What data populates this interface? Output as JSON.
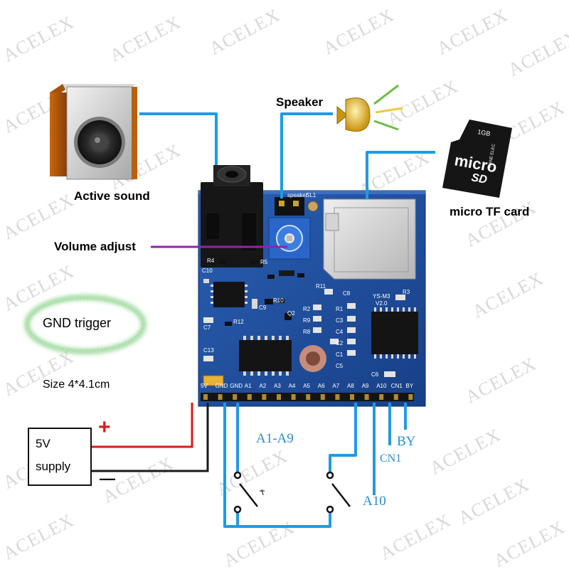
{
  "watermark": "ACELEX",
  "labels": {
    "speaker": "Speaker",
    "active_sound": "Active sound",
    "micro_tf_card": "micro TF card",
    "volume_adjust": "Volume adjust",
    "gnd_trigger": "GND trigger",
    "size": "Size 4*4.1cm",
    "a1_a9": "A1-A9",
    "cn1": "CN1",
    "by": "BY",
    "a10": "A10",
    "plus": "+",
    "minus": "—"
  },
  "supply": {
    "line1": "5V",
    "line2": "supply"
  },
  "sd_card": {
    "top_text": "1GB",
    "brand": "micro",
    "logo": "SD",
    "maker": "DANE ELEC"
  },
  "pcb": {
    "pins": [
      "5V",
      "GND",
      "GND",
      "A1",
      "A2",
      "A3",
      "A4",
      "A5",
      "A6",
      "A7",
      "A8",
      "A9",
      "A10",
      "CN1",
      "BY"
    ],
    "silkscreen": [
      "R4",
      "R5",
      "C10",
      "C7",
      "C13",
      "R11",
      "C8",
      "R10",
      "C9",
      "Q2",
      "R12",
      "R2",
      "R9",
      "R8",
      "R1",
      "C3",
      "C4",
      "C2",
      "C1",
      "C5",
      "C6",
      "R3",
      "YS-M3",
      "V2.0",
      "SL1",
      "speaker"
    ]
  },
  "colors": {
    "wire_blue": "#1e9be3",
    "wire_red": "#d81b1b",
    "wire_black": "#1a1a1a",
    "wire_purple": "#8e24aa",
    "pcb_blue": "#1f4f9e",
    "glow_green": "#5fbf5f"
  }
}
